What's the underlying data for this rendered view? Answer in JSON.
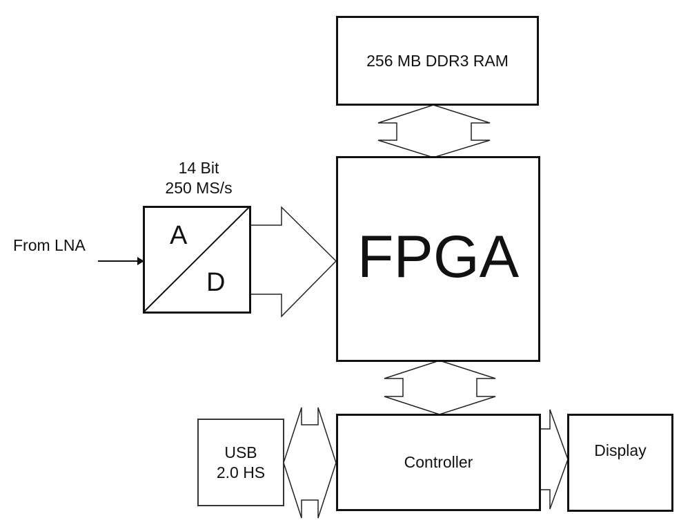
{
  "blocks": {
    "ram": "256 MB DDR3 RAM",
    "fpga": "FPGA",
    "adc_top": "A",
    "adc_bottom": "D",
    "controller": "Controller",
    "display": "Display",
    "usb_line1": "USB",
    "usb_line2": "2.0 HS"
  },
  "labels": {
    "adc_spec_line1": "14 Bit",
    "adc_spec_line2": "250 MS/s",
    "input": "From LNA"
  }
}
